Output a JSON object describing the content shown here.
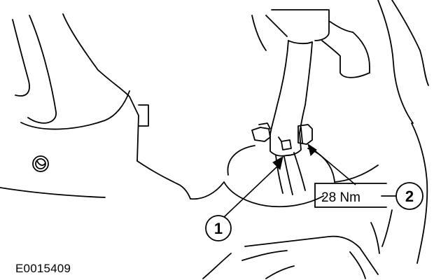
{
  "figure": {
    "id": "E0015409"
  },
  "callouts": [
    {
      "number": "1"
    },
    {
      "number": "2"
    }
  ],
  "torque": {
    "label": "28 Nm"
  },
  "colors": {
    "line": "#000000",
    "background": "#ffffff",
    "arrow": "#000000"
  }
}
